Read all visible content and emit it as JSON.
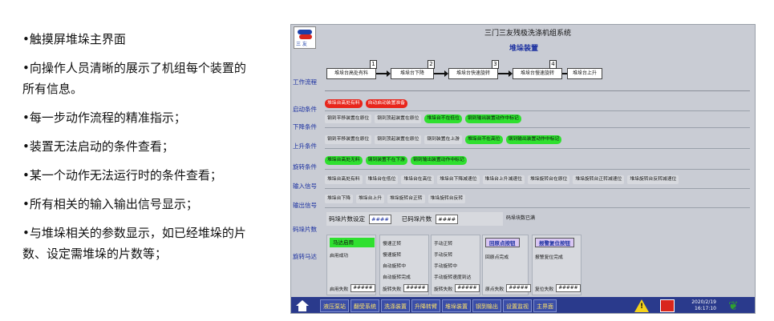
{
  "bullets": [
    "•触摸屏堆垛主界面",
    "•向操作人员清晰的展示了机组每个装置的所有信息。",
    "•每一步动作流程的精准指示；",
    "•装置无法启动的条件查看；",
    "•某一个动作无法运行时的条件查看；",
    "•所有相关的输入输出信号显示；",
    "•与堆垛相关的参数显示，如已经堆垛的片数、设定需堆垛的片数等；"
  ],
  "hmi": {
    "logo_text": "三 友",
    "system_title": "三门三友残极洗涤机组系统",
    "page_title": "堆垛装置",
    "side_labels": [
      "工作流程",
      "启动条件",
      "下降条件",
      "上升条件",
      "旋转条件",
      "输入信号",
      "输出信号",
      "码垛片数",
      "旋转马达"
    ],
    "flow_steps": [
      "堆垛台高处有料",
      "堆垛台下降",
      "堆垛台快速旋转",
      "堆垛台慢速旋转",
      "堆垛台上升"
    ],
    "flow_numbers": [
      "1",
      "2",
      "3",
      "4"
    ],
    "start_conditions": [
      "堆垛台高处有料",
      "自动启动装置准备"
    ],
    "down_conditions": [
      "钢到平移装置在原位",
      "钢到顶起装置在原位",
      "堆垛台不在低位",
      "钢到输出装置动作中标记"
    ],
    "up_conditions": [
      "钢到平移装置在原位",
      "钢到顶起装置在原位",
      "钢到装置在上游",
      "堆垛台不在高位",
      "钢到输出装置动作中标记"
    ],
    "rotate_conditions": [
      "堆垛台高处无料",
      "钢到装置不在下游",
      "钢到输出装置动作中标记"
    ],
    "input_signals": [
      "堆垛台高处有料",
      "堆垛台在低位",
      "堆垛台在高位",
      "堆垛台下降减速位",
      "堆垛台上升减速位",
      "堆垛旋转台在原位",
      "堆垛旋转台正转减速位",
      "堆垛旋转台反转减速位"
    ],
    "output_signals": [
      "堆垛台下降",
      "堆垛台上升",
      "堆垛旋转台正转",
      "堆垛旋转台反转"
    ],
    "param": {
      "set_label": "码垛片数设定",
      "set_value": "####",
      "done_label": "已码垛片数",
      "done_value": "####",
      "status": "码垛块数已满"
    },
    "groups": [
      {
        "button": "马达启用",
        "items": [
          "启用成功"
        ],
        "foot_label": "启用失败",
        "foot_value": "#####"
      },
      {
        "button": "",
        "items": [
          "慢速正转",
          "慢速旋转",
          "自动旋转中",
          "自动旋转完成"
        ],
        "foot_label": "旋转失败",
        "foot_value": "#####"
      },
      {
        "button": "",
        "items": [
          "手动正转",
          "手动反转",
          "手动旋转中",
          "手动旋转速度到达"
        ],
        "foot_label": "旋转失败",
        "foot_value": "#####"
      },
      {
        "button": "回原点按钮",
        "items": [
          "回原点完成"
        ],
        "foot_label": "原点失败",
        "foot_value": "#####"
      },
      {
        "button": "报警复位按钮",
        "items": [
          "报警复位完成"
        ],
        "foot_label": "复位失败",
        "foot_value": "#####"
      }
    ],
    "nav": [
      "液压泵站",
      "翻受系统",
      "洗涤装置",
      "升降转臂",
      "堆垛装置",
      "钢到输出",
      "设置监视",
      "主界面"
    ],
    "date": "2020/2/19",
    "time": "16:17:10",
    "warn_mark": "!",
    "colors": {
      "accent": "#1a2fa0",
      "ok": "#2fe02f",
      "fault": "#e8261c",
      "bar": "#2a3a8c"
    }
  }
}
